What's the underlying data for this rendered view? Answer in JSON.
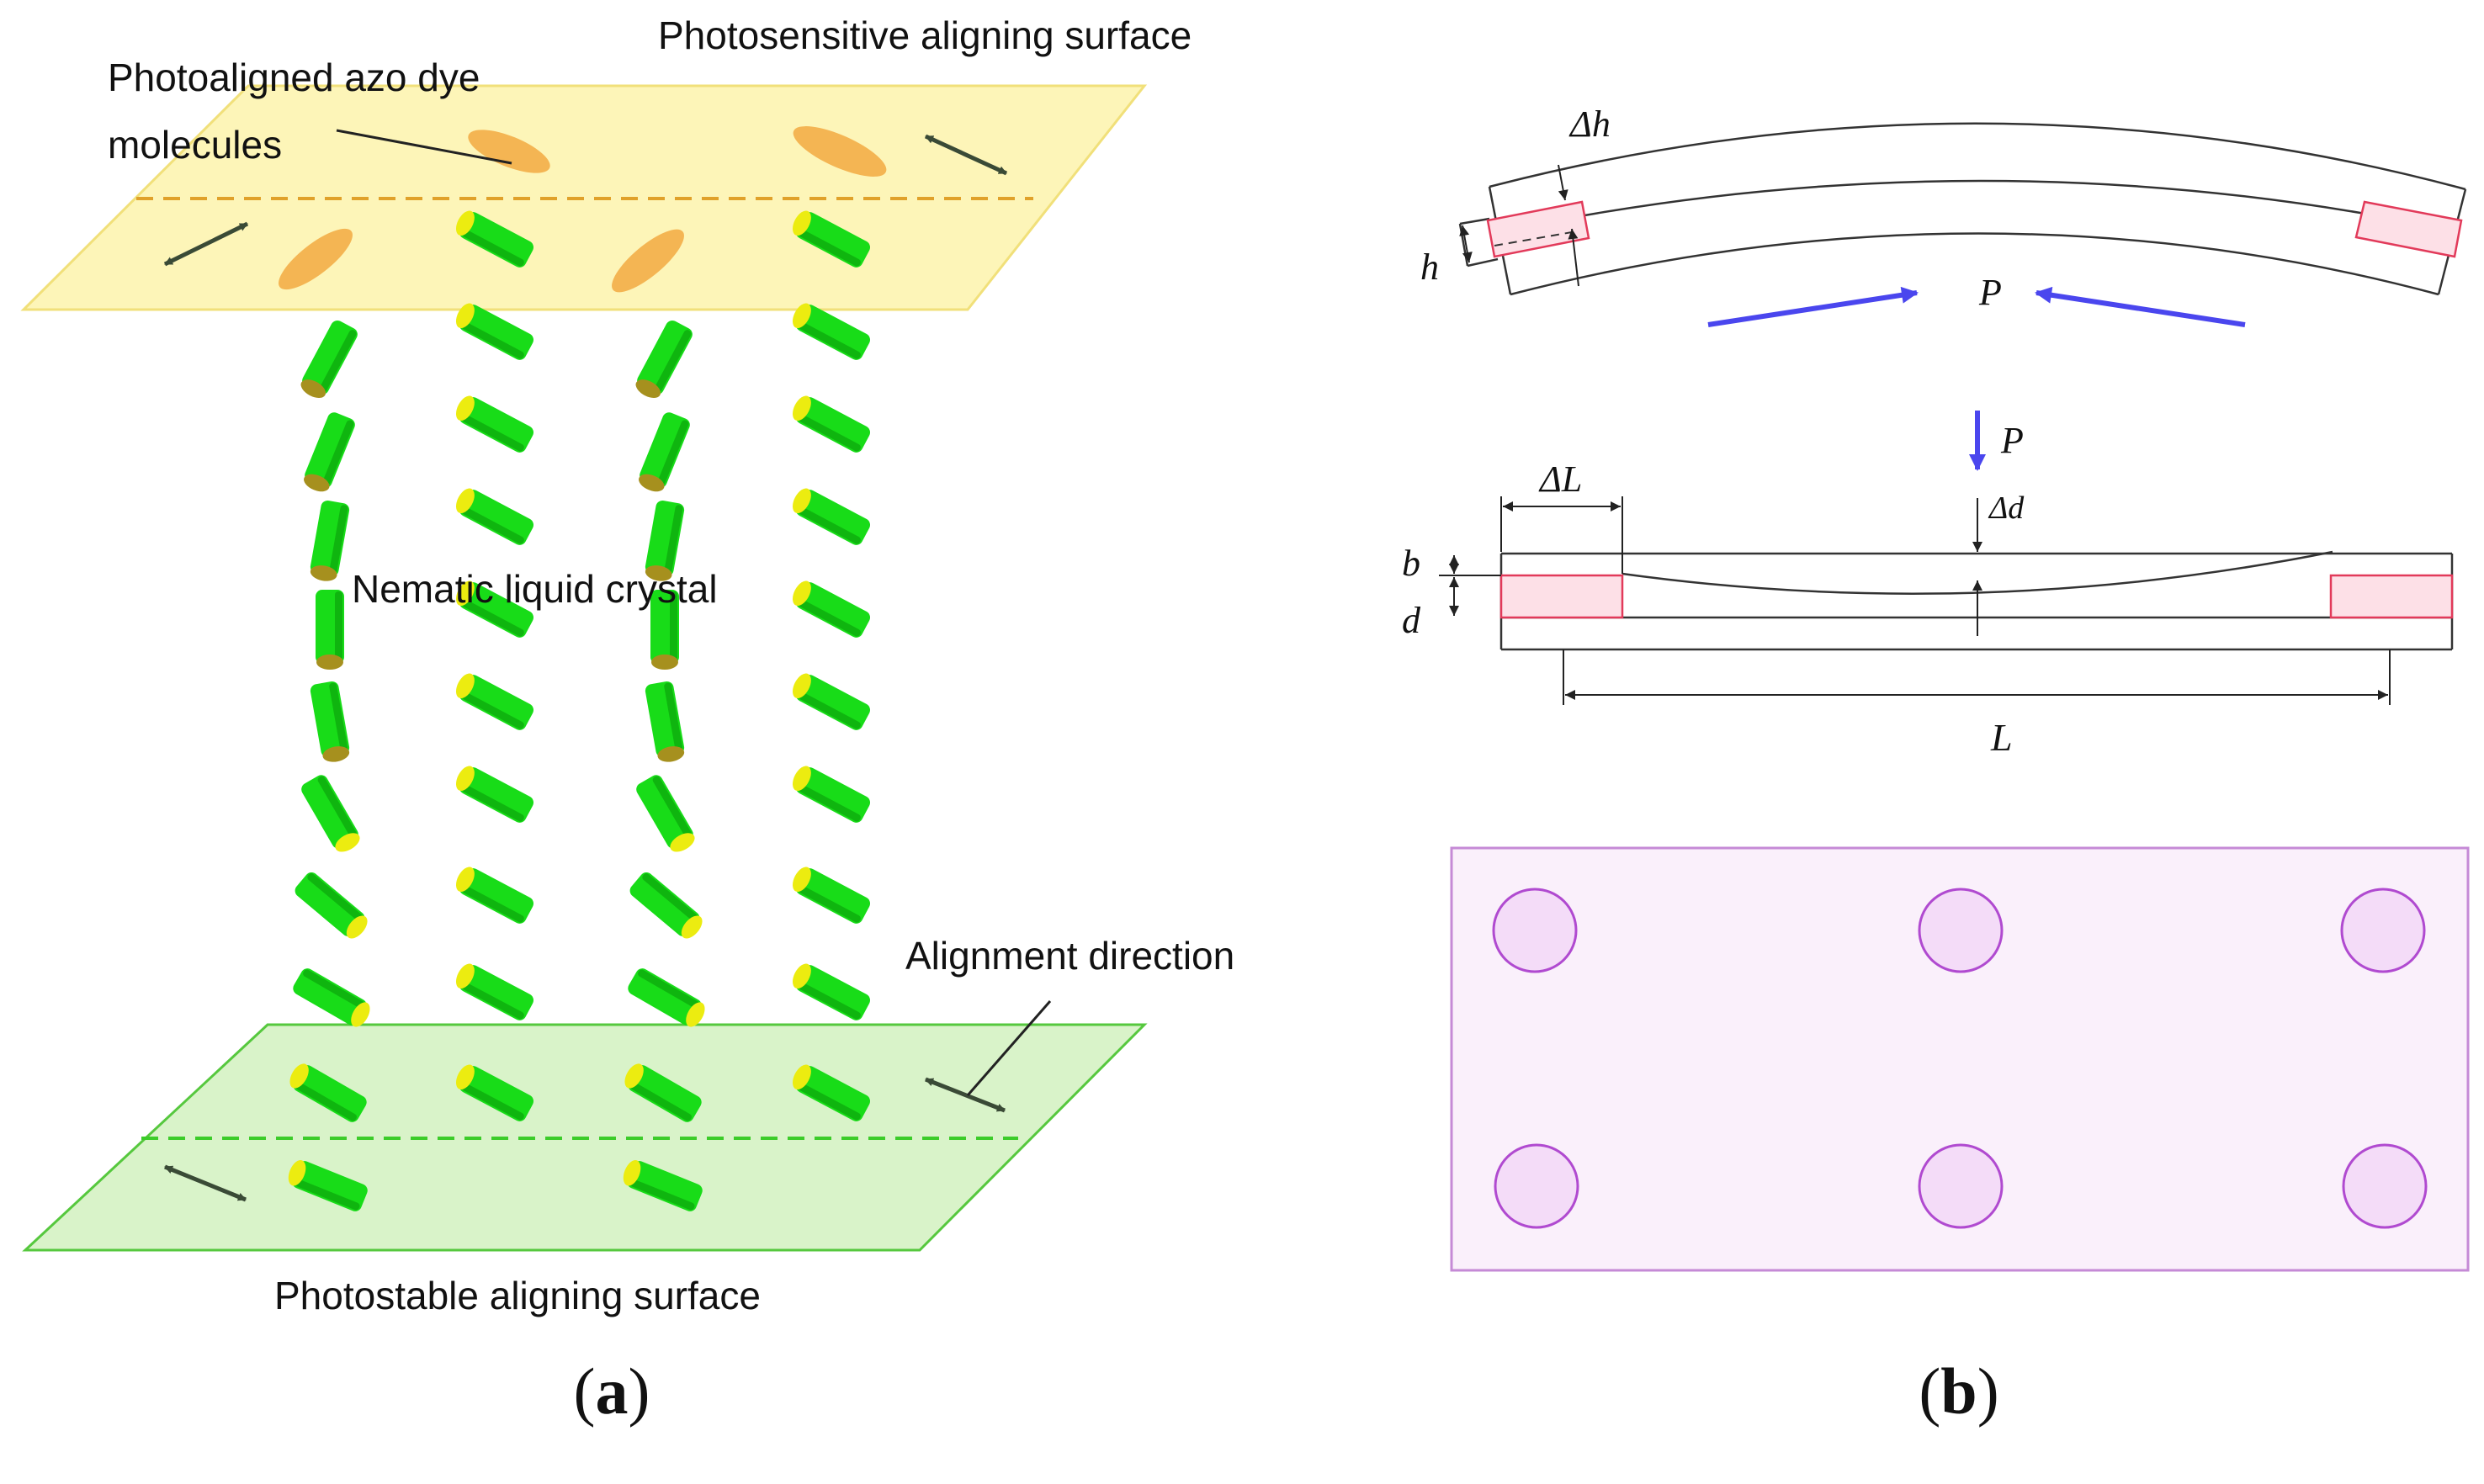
{
  "panel_a": {
    "label_top_surface": "Photosensitive aligning surface",
    "label_azo_line1": "Photoaligned azo dye",
    "label_azo_line2": "molecules",
    "label_lc": "Nematic liquid crystal",
    "label_alignment": "Alignment direction",
    "label_bottom_surface": "Photostable aligning surface",
    "caption_letter": "a",
    "colors": {
      "top_plane_fill": "#fdf5b8",
      "top_plane_stroke": "#f1e07a",
      "bottom_plane_fill": "#d9f3c9",
      "bottom_plane_stroke": "#56c83e",
      "azo_dye": "#f4b553",
      "lc_body": "#18dc18",
      "lc_cap_yellow": "#ecec10",
      "lc_cap_olive": "#a6901e",
      "arrow": "#3a4a36"
    }
  },
  "panel_b": {
    "label_delta_h": "Δh",
    "label_h": "h",
    "label_P_top": "P",
    "label_P_mid": "P",
    "label_delta_L": "ΔL",
    "label_delta_d": "Δd",
    "label_b": "b",
    "label_d": "d",
    "label_L": "L",
    "caption_letter": "b",
    "colors": {
      "force_arrow": "#4a46ee",
      "pink_fill": "#fde0e7",
      "pink_stroke": "#e23a5a",
      "plate_fill": "#faf0fb",
      "plate_stroke": "#c58ad6",
      "hole_fill": "#f4dcf8",
      "hole_stroke": "#b04ad0"
    }
  }
}
